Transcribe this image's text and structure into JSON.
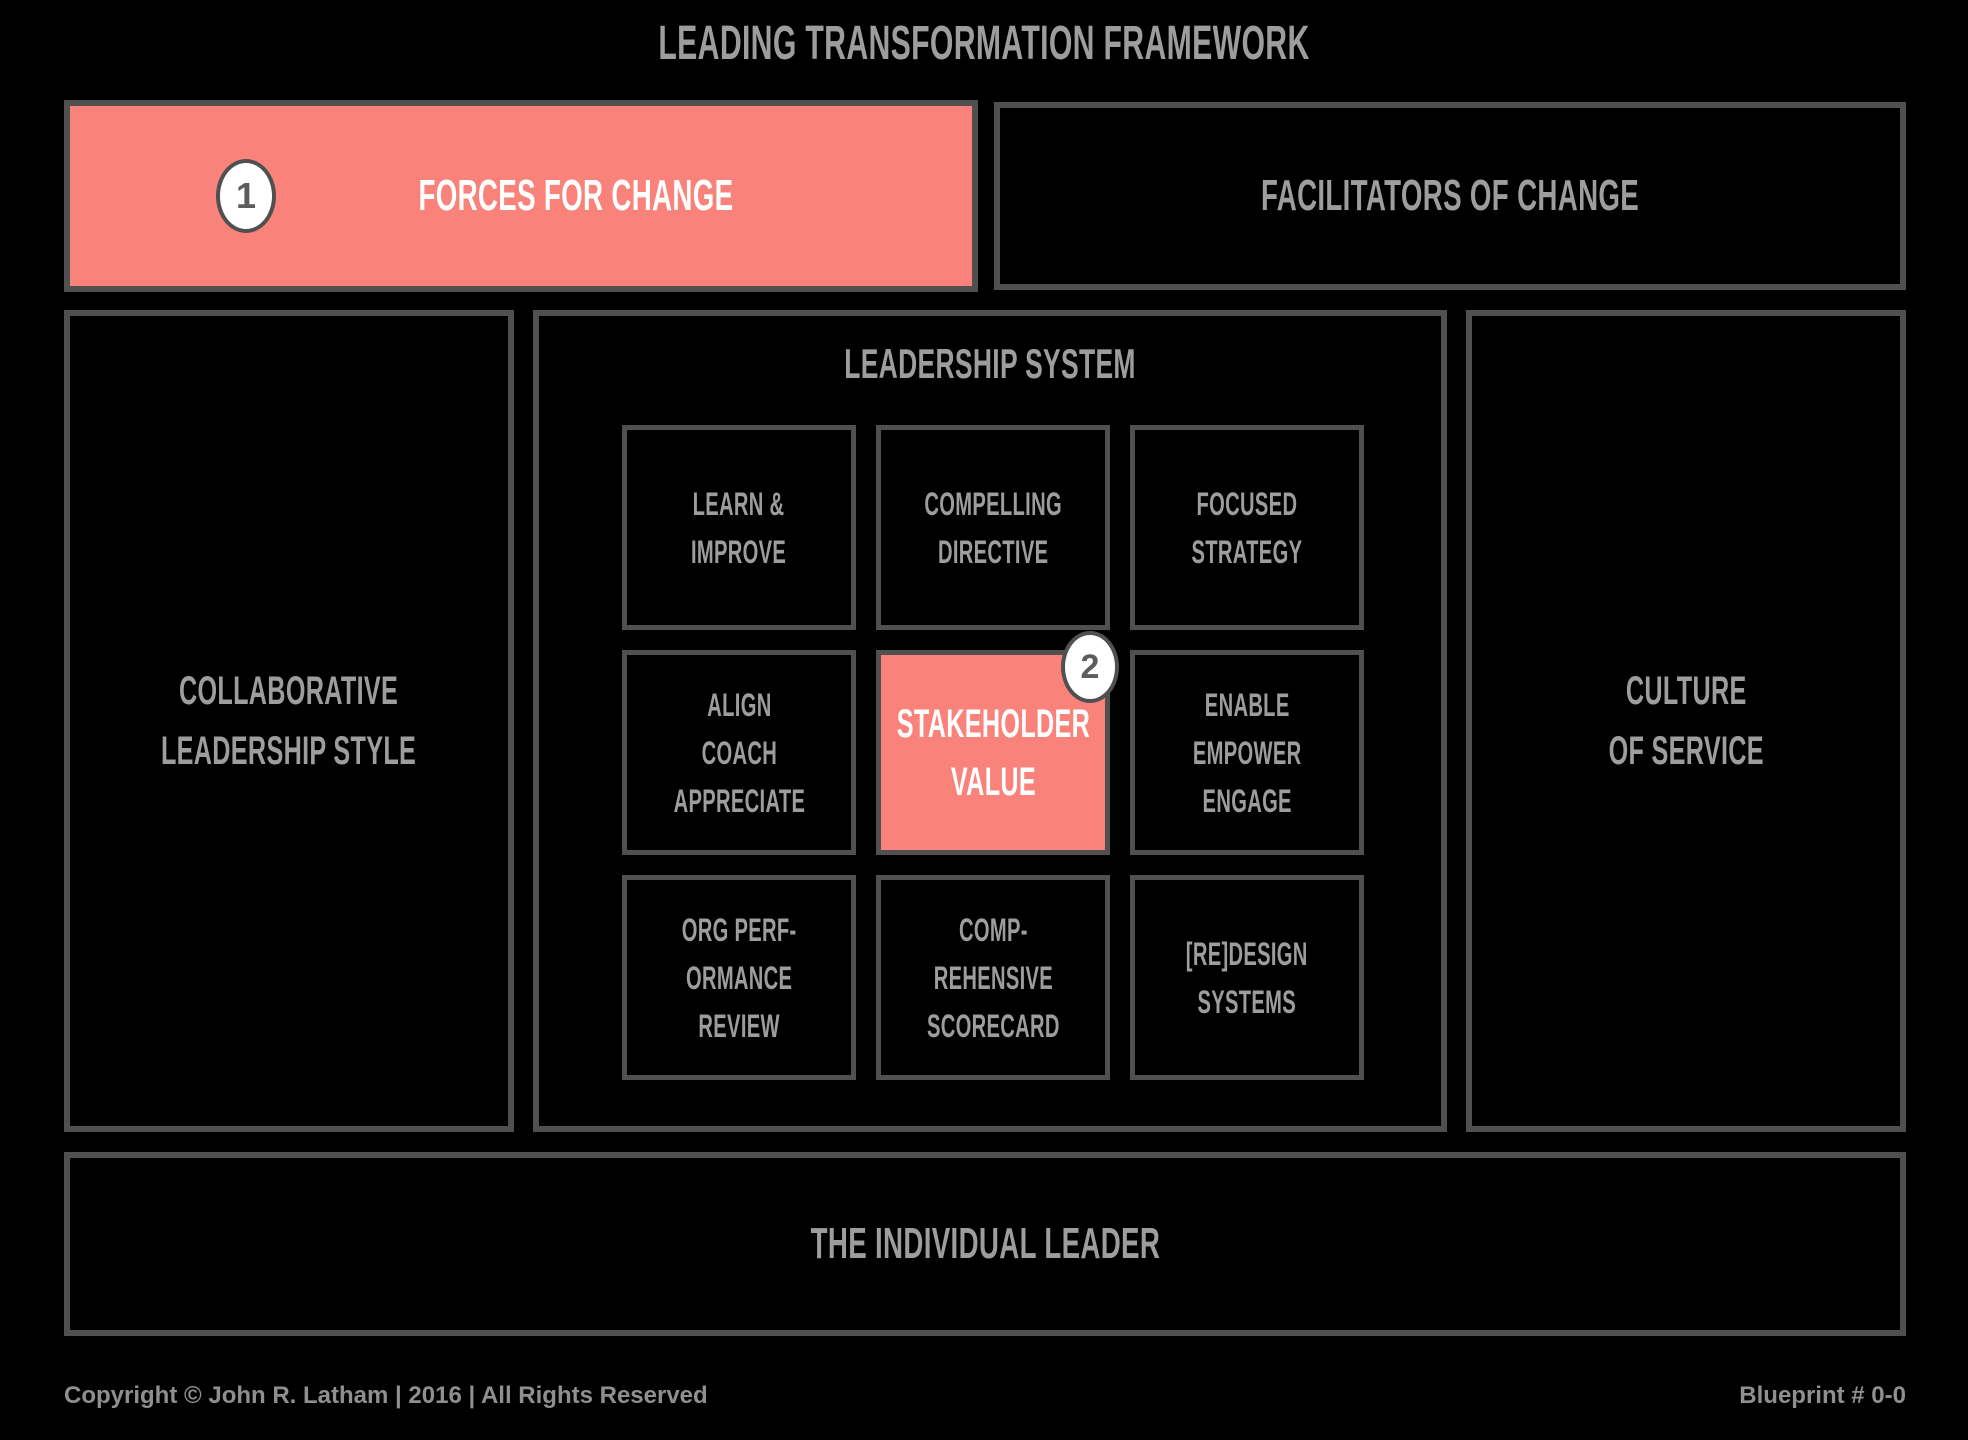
{
  "title": "LEADING TRANSFORMATION FRAMEWORK",
  "colors": {
    "background": "#000000",
    "border_gray": "#505050",
    "text_gray": "#9d9d9d",
    "accent_salmon": "#f9837a",
    "badge_fill": "#ffffff"
  },
  "top_row": {
    "forces": {
      "badge": "1",
      "label": "FORCES FOR CHANGE"
    },
    "facilitators": {
      "label": "FACILITATORS OF CHANGE"
    }
  },
  "middle_row": {
    "left": {
      "label": "COLLABORATIVE\nLEADERSHIP STYLE"
    },
    "leadership_system": {
      "title": "LEADERSHIP SYSTEM",
      "cells": [
        {
          "label": "LEARN &\nIMPROVE"
        },
        {
          "label": "COMPELLING\nDIRECTIVE"
        },
        {
          "label": "FOCUSED\nSTRATEGY"
        },
        {
          "label": "ALIGN\nCOACH\nAPPRECIATE"
        },
        {
          "label": "STAKEHOLDER\nVALUE",
          "badge": "2",
          "highlight": true
        },
        {
          "label": "ENABLE\nEMPOWER\nENGAGE"
        },
        {
          "label": "ORG PERF-\nORMANCE\nREVIEW"
        },
        {
          "label": "COMP-\nREHENSIVE\nSCORECARD"
        },
        {
          "label": "[RE]DESIGN\nSYSTEMS"
        }
      ]
    },
    "right": {
      "label": "CULTURE\nOF SERVICE"
    }
  },
  "bottom_row": {
    "label": "THE INDIVIDUAL LEADER"
  },
  "footer": {
    "copyright": "Copyright © John R. Latham  |  2016  |  All Rights Reserved",
    "blueprint": "Blueprint # 0-0"
  }
}
